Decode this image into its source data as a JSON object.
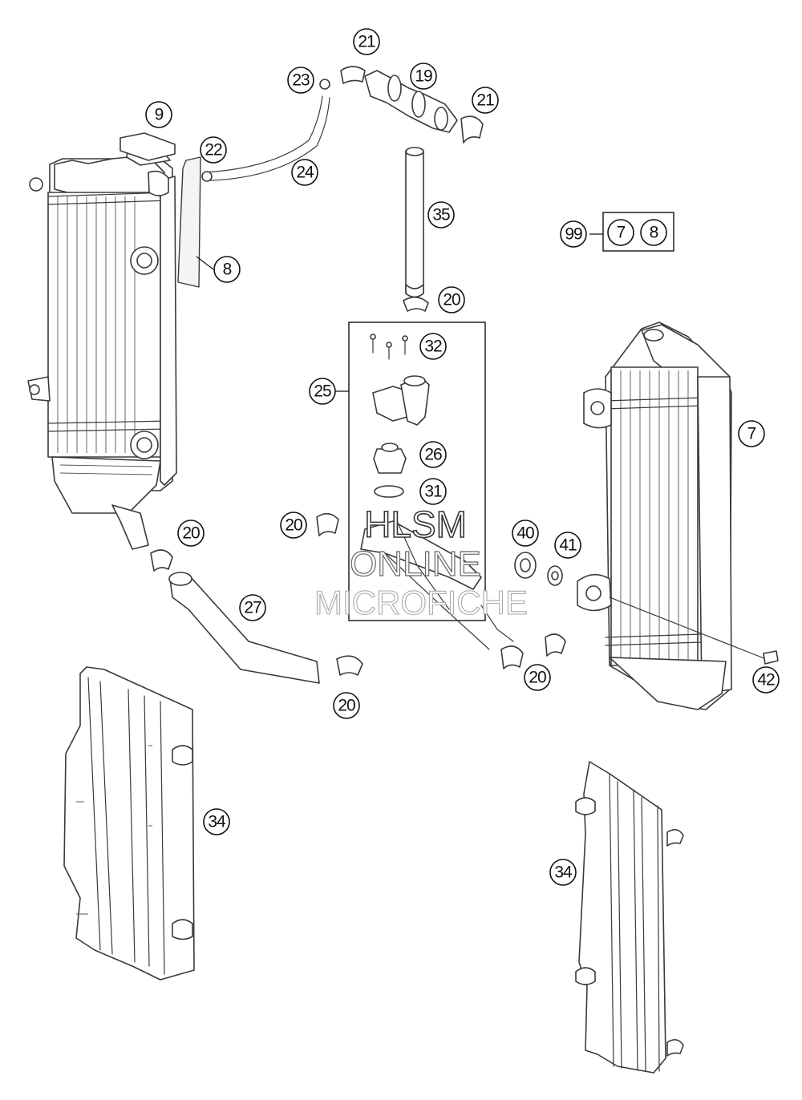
{
  "diagram": {
    "watermark": [
      "HLSM",
      "ONLINE",
      "MICROFICHE"
    ],
    "callouts": [
      "9",
      "8",
      "22",
      "24",
      "23",
      "21",
      "19",
      "21",
      "35",
      "20",
      "32",
      "25",
      "26",
      "31",
      "20",
      "20",
      "27",
      "20",
      "20",
      "40",
      "41",
      "7",
      "42",
      "99",
      "7",
      "8",
      "34",
      "34"
    ],
    "icons": {
      "radiator_left": "radiator-left-icon",
      "radiator_right": "radiator-right-icon",
      "spoiler_left": "radiator-guard-left-icon",
      "spoiler_right": "radiator-guard-right-icon",
      "thermostat": "thermostat-housing-icon"
    }
  }
}
